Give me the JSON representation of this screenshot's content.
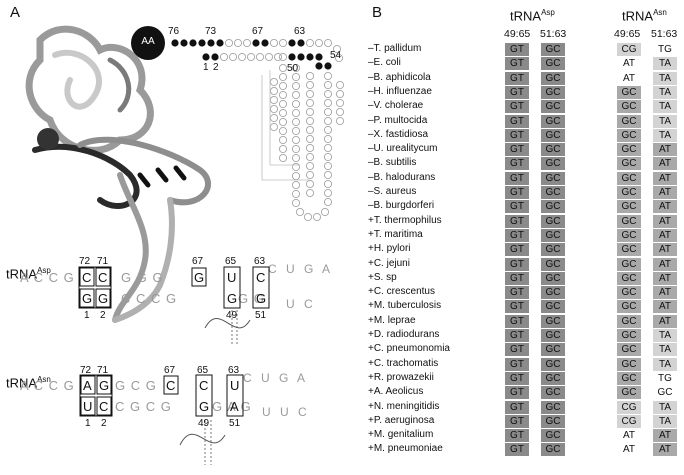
{
  "panel_a": {
    "letter": "A",
    "aa_label": "AA",
    "cloverleaf_numbers": [
      "76",
      "73",
      "67",
      "63",
      "54",
      "1",
      "2",
      "50"
    ],
    "asp": {
      "label_main": "tRNA",
      "label_sup": "Asp",
      "top_left": "A C C G",
      "top_rest": "G G G",
      "loop": "C U G A",
      "bottom_left": "C C C G",
      "bottom_rest": "G G",
      "tail": "U C",
      "boxes_top": [
        "C",
        "C",
        "G",
        "U",
        "C"
      ],
      "boxes_bottom": [
        "G",
        "G",
        "G",
        "G",
        "G"
      ],
      "numbers_top": [
        "72",
        "71",
        "67",
        "65",
        "63"
      ],
      "numbers_bottom": [
        "1",
        "2",
        "49",
        "51"
      ]
    },
    "asn": {
      "label_main": "tRNA",
      "label_sup": "Asn",
      "top_left": "A C C G",
      "top_rest": "G C G",
      "loop": "C U G A",
      "bottom_left": "C G C G",
      "bottom_rest": "G A G",
      "tail": "U U C",
      "boxes_top": [
        "A",
        "G",
        "C",
        "C",
        "U"
      ],
      "boxes_bottom": [
        "U",
        "C",
        "G",
        "A"
      ],
      "numbers_top": [
        "72",
        "71",
        "67",
        "65",
        "63"
      ],
      "numbers_bottom": [
        "1",
        "2",
        "49",
        "51"
      ]
    }
  },
  "panel_b": {
    "letter": "B",
    "header_asp_main": "tRNA",
    "header_asp_sup": "Asp",
    "header_asn_main": "tRNA",
    "header_asn_sup": "Asn",
    "col_labels": [
      "49:65",
      "51:63",
      "49:65",
      "51:63"
    ],
    "colors": {
      "dark": "#8a8a8a",
      "mid": "#a9a9a9",
      "light": "#d3d3d3",
      "none": "#ffffff"
    },
    "rows": [
      {
        "org": "–T. pallidum",
        "a1": "GT",
        "a2": "GC",
        "n1": "CG",
        "n2": "TG",
        "s3": "light",
        "s4": "none"
      },
      {
        "org": "–E. coli",
        "a1": "GT",
        "a2": "GC",
        "n1": "AT",
        "n2": "TA",
        "s3": "none",
        "s4": "light"
      },
      {
        "org": "–B. aphidicola",
        "a1": "GT",
        "a2": "GC",
        "n1": "AT",
        "n2": "TA",
        "s3": "none",
        "s4": "light"
      },
      {
        "org": "–H. influenzae",
        "a1": "GT",
        "a2": "GC",
        "n1": "GC",
        "n2": "TA",
        "s3": "mid",
        "s4": "light"
      },
      {
        "org": "–V. cholerae",
        "a1": "GT",
        "a2": "GC",
        "n1": "GC",
        "n2": "TA",
        "s3": "mid",
        "s4": "light"
      },
      {
        "org": "–P. multocida",
        "a1": "GT",
        "a2": "GC",
        "n1": "GC",
        "n2": "TA",
        "s3": "mid",
        "s4": "light"
      },
      {
        "org": "–X. fastidiosa",
        "a1": "GT",
        "a2": "GC",
        "n1": "GC",
        "n2": "TA",
        "s3": "mid",
        "s4": "light"
      },
      {
        "org": "–U. urealitycum",
        "a1": "GT",
        "a2": "GC",
        "n1": "GC",
        "n2": "AT",
        "s3": "mid",
        "s4": "mid"
      },
      {
        "org": "–B. subtilis",
        "a1": "GT",
        "a2": "GC",
        "n1": "GC",
        "n2": "AT",
        "s3": "mid",
        "s4": "mid"
      },
      {
        "org": "–B. halodurans",
        "a1": "GT",
        "a2": "GC",
        "n1": "GC",
        "n2": "AT",
        "s3": "mid",
        "s4": "mid"
      },
      {
        "org": "–S. aureus",
        "a1": "GT",
        "a2": "GC",
        "n1": "GC",
        "n2": "AT",
        "s3": "mid",
        "s4": "mid"
      },
      {
        "org": "–B. burgdorferi",
        "a1": "GT",
        "a2": "GC",
        "n1": "GC",
        "n2": "AT",
        "s3": "mid",
        "s4": "mid"
      },
      {
        "org": "+T. thermophilus",
        "a1": "GT",
        "a2": "GC",
        "n1": "GC",
        "n2": "AT",
        "s3": "mid",
        "s4": "mid"
      },
      {
        "org": "+T. maritima",
        "a1": "GT",
        "a2": "GC",
        "n1": "GC",
        "n2": "AT",
        "s3": "mid",
        "s4": "mid"
      },
      {
        "org": "+H. pylori",
        "a1": "GT",
        "a2": "GC",
        "n1": "GC",
        "n2": "AT",
        "s3": "mid",
        "s4": "mid"
      },
      {
        "org": "+C. jejuni",
        "a1": "GT",
        "a2": "GC",
        "n1": "GC",
        "n2": "AT",
        "s3": "mid",
        "s4": "mid"
      },
      {
        "org": "+S. sp",
        "a1": "GT",
        "a2": "GC",
        "n1": "GC",
        "n2": "AT",
        "s3": "mid",
        "s4": "mid"
      },
      {
        "org": "+C. crescentus",
        "a1": "GT",
        "a2": "GC",
        "n1": "GC",
        "n2": "AT",
        "s3": "mid",
        "s4": "mid"
      },
      {
        "org": "+M. tuberculosis",
        "a1": "GT",
        "a2": "GC",
        "n1": "GC",
        "n2": "AT",
        "s3": "mid",
        "s4": "mid"
      },
      {
        "org": "+M. leprae",
        "a1": "GT",
        "a2": "GC",
        "n1": "GC",
        "n2": "AT",
        "s3": "mid",
        "s4": "mid"
      },
      {
        "org": "+D. radiodurans",
        "a1": "GT",
        "a2": "GC",
        "n1": "GC",
        "n2": "TA",
        "s3": "mid",
        "s4": "light"
      },
      {
        "org": "+C. pneumonomia",
        "a1": "GT",
        "a2": "GC",
        "n1": "GC",
        "n2": "TA",
        "s3": "mid",
        "s4": "light"
      },
      {
        "org": "+C. trachomatis",
        "a1": "GT",
        "a2": "GC",
        "n1": "GC",
        "n2": "TA",
        "s3": "mid",
        "s4": "light"
      },
      {
        "org": "+R. prowazekii",
        "a1": "GT",
        "a2": "GC",
        "n1": "GC",
        "n2": "TG",
        "s3": "mid",
        "s4": "none"
      },
      {
        "org": "+A. Aeolicus",
        "a1": "GT",
        "a2": "GC",
        "n1": "GC",
        "n2": "GC",
        "s3": "mid",
        "s4": "none"
      },
      {
        "org": "+N. meningitidis",
        "a1": "GT",
        "a2": "GC",
        "n1": "CG",
        "n2": "TA",
        "s3": "light",
        "s4": "light"
      },
      {
        "org": "+P. aeruginosa",
        "a1": "GT",
        "a2": "GC",
        "n1": "CG",
        "n2": "TA",
        "s3": "light",
        "s4": "light"
      },
      {
        "org": "+M. genitalium",
        "a1": "GT",
        "a2": "GC",
        "n1": "AT",
        "n2": "AT",
        "s3": "none",
        "s4": "mid"
      },
      {
        "org": "+M. pneumoniae",
        "a1": "GT",
        "a2": "GC",
        "n1": "AT",
        "n2": "AT",
        "s3": "none",
        "s4": "mid"
      }
    ]
  }
}
